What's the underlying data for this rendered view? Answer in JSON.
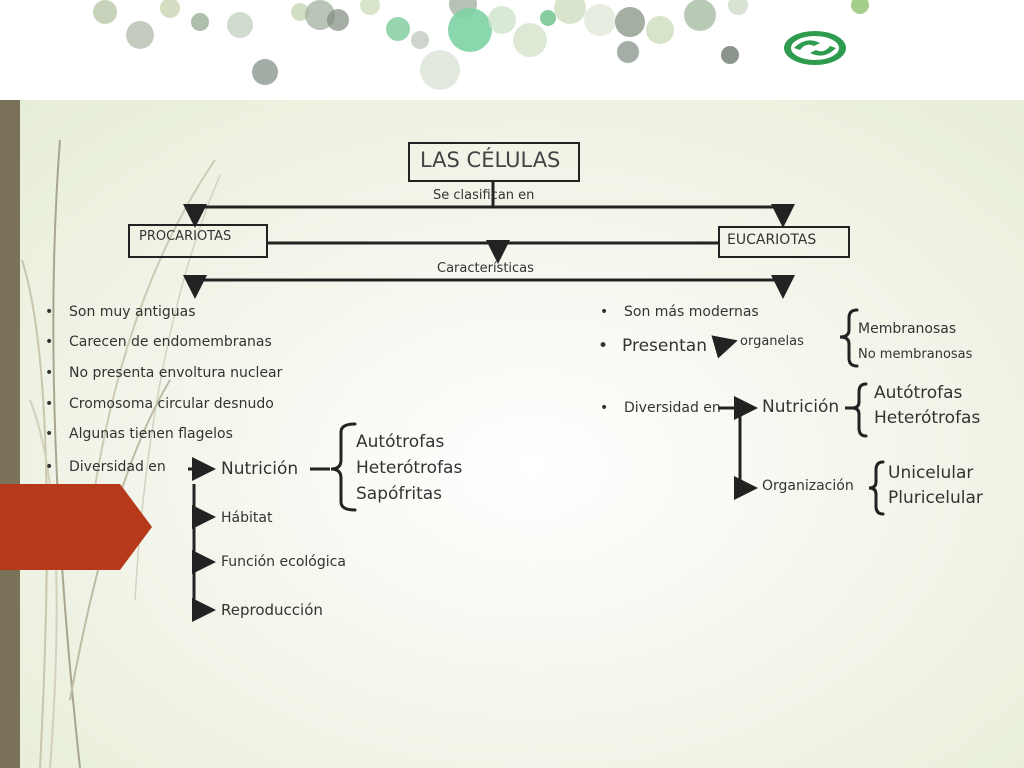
{
  "title": "LAS CÉLULAS",
  "classify_label": "Se clasifican en",
  "characteristics_label": "Características",
  "prokaryotes": {
    "name": "PROCARIOTAS",
    "features": [
      "Son muy antiguas",
      "Carecen de endomembranas",
      "No presenta envoltura nuclear",
      "Cromosoma circular desnudo",
      "Algunas tienen flagelos",
      "Diversidad en"
    ],
    "diversity": {
      "nutrition": "Nutrición",
      "nutrition_types": [
        "Autótrofas",
        "Heterótrofas",
        "Sapófritas"
      ],
      "others": [
        "Hábitat",
        "Función ecológica",
        "Reproducción"
      ]
    }
  },
  "eukaryotes": {
    "name": "EUCARIOTAS",
    "modern": "Son más modernas",
    "present": "Presentan",
    "organelles": "organelas",
    "organelle_types": [
      "Membranosas",
      "No membranosas"
    ],
    "diversity_label": "Diversidad en",
    "nutrition": "Nutrición",
    "nutrition_types": [
      "Autótrofas",
      "Heterótrofas"
    ],
    "organization": "Organización",
    "organization_types": [
      "Unicelular",
      "Pluricelular"
    ]
  },
  "colors": {
    "bar": "#7a7258",
    "tab": "#b5391a",
    "logo": "#2e9b4f"
  },
  "icons": [
    "decorative-dots",
    "logo-icon",
    "arrow-tab"
  ]
}
